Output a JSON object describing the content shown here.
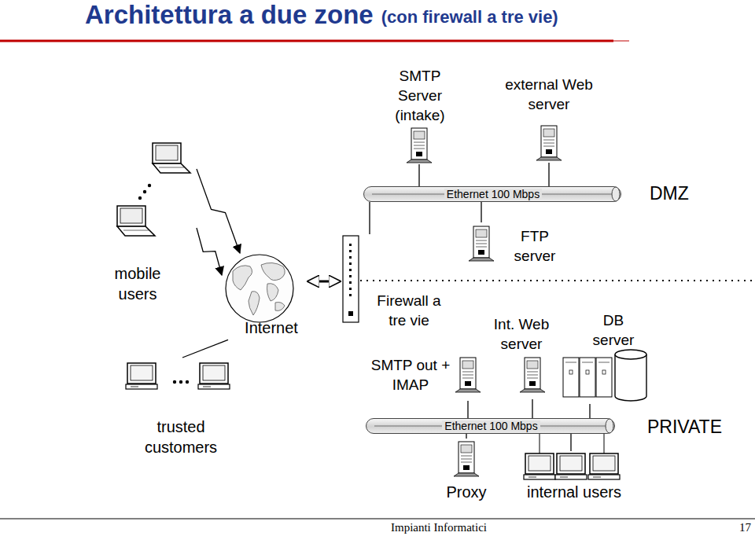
{
  "diagram": {
    "title": "Architettura a due zone",
    "nodes": [
      {
        "text": [
          "SMTP Server (intake)"
        ]
      },
      {
        "text": [
          "external Web server"
        ]
      },
      {
        "text": [
          "Ethernet 100 Mbps"
        ]
      },
      {
        "text": [
          "mobile users"
        ]
      },
      {
        "text": [
          "Internet"
        ]
      },
      {
        "text": [
          "Firewall a tre vie"
        ]
      },
      {
        "text": [
          "FTP server"
        ]
      },
      {
        "text": [
          "Int. Web server"
        ]
      },
      {
        "text": [
          "DB server"
        ]
      },
      {
        "text": [
          "SMTP out + IMAP"
        ]
      },
      {
        "text": [
          "trusted customers"
        ]
      },
      {
        "text": [
          "Ethernet 100 Mbps"
        ]
      },
      {
        "text": [
          "Proxy"
        ]
      },
      {
        "text": [
          "internal users"
        ]
      }
    ],
    "edges": [
      {
        "from": 0,
        "to": 2,
        "arrow": "none"
      },
      {
        "from": 1,
        "to": 2,
        "arrow": "none"
      },
      {
        "from": 5,
        "to": 2,
        "arrow": "none"
      },
      {
        "from": 6,
        "to": 2,
        "arrow": "none"
      },
      {
        "from": 3,
        "to": 4,
        "arrow": "to"
      },
      {
        "from": 3,
        "to": 4,
        "arrow": "to"
      },
      {
        "from": 4,
        "to": 5,
        "arrow": "both"
      },
      {
        "from": 10,
        "to": 4,
        "arrow": "none"
      },
      {
        "from": 9,
        "to": 11,
        "arrow": "none"
      },
      {
        "from": 7,
        "to": 11,
        "arrow": "none"
      },
      {
        "from": 8,
        "to": 11,
        "arrow": "none"
      },
      {
        "from": 12,
        "to": 11,
        "arrow": "none"
      },
      {
        "from": 13,
        "to": 11,
        "arrow": "none"
      }
    ],
    "labels": [
      "(con firewall a tre vie)",
      "DMZ",
      "PRIVATE",
      "Impianti Informatici",
      "17"
    ]
  }
}
